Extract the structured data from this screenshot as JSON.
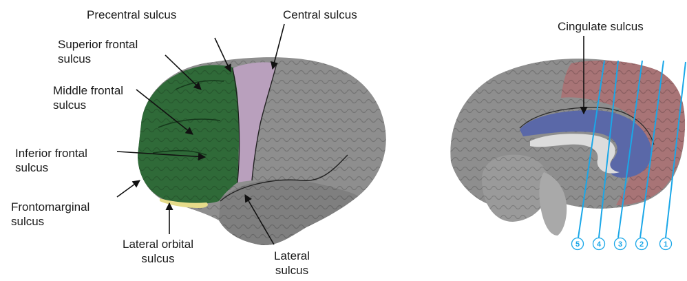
{
  "lateral_view": {
    "labels": {
      "precentral": [
        "Precentral sulcus"
      ],
      "central": [
        "Central sulcus"
      ],
      "superior_frontal": [
        "Superior frontal",
        "sulcus"
      ],
      "middle_frontal": [
        "Middle frontal",
        "sulcus"
      ],
      "inferior_frontal": [
        "Inferior frontal",
        "sulcus"
      ],
      "frontomarginal": [
        "Frontomarginal",
        "sulcus"
      ],
      "lateral_orbital": [
        "Lateral orbital",
        "sulcus"
      ],
      "lateral": [
        "Lateral",
        "sulcus"
      ]
    }
  },
  "medial_view": {
    "labels": {
      "cingulate": [
        "Cingulate sulcus"
      ]
    },
    "slice_numbers": [
      "5",
      "4",
      "3",
      "2",
      "1"
    ]
  },
  "colors": {
    "frontal_region": "#2f6a38",
    "precentral_region": "#b9a0bd",
    "brain_gray": "#8e8e8e",
    "cingulate_region": "#5a68a8",
    "anterior_medial_region": "#a87476",
    "slice_lines": "#1aa7e8"
  }
}
